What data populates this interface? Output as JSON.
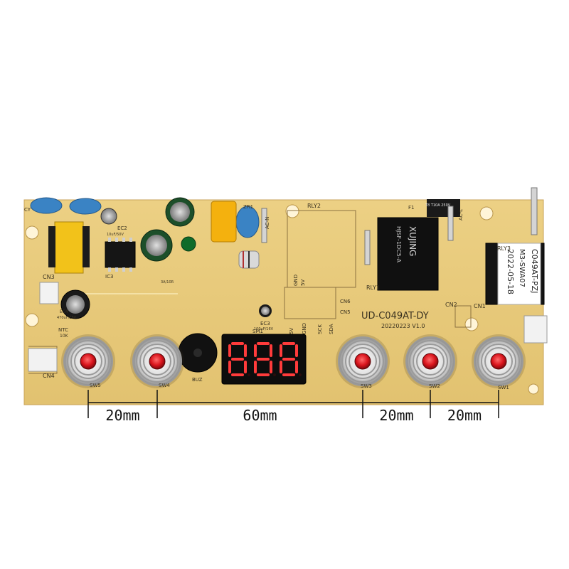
{
  "colors": {
    "board": "#e8c87a",
    "board_edge": "#c9a358",
    "silkscreen": "#3a3220",
    "led_red": "#d9141c",
    "display_digits": "#ff3b3b",
    "capacitor_blue": "#3a83c4",
    "dimension_line": "#111111"
  },
  "board": {
    "model": "UD-C049AT-DY",
    "date_code": "20220223 V1.0",
    "connectors": [
      "CN1",
      "CN2",
      "CN3",
      "CN4",
      "CN5",
      "CN6"
    ],
    "relays": [
      "RLY1",
      "RLY2",
      "RLY3"
    ],
    "parts": [
      "EC2",
      "EC3",
      "EC4",
      "IC3",
      "ZR1",
      "BUZ",
      "SM1",
      "NTC",
      "F1",
      "CY"
    ],
    "part_values": [
      "10uF/50V",
      "100uF/16V",
      "470uF/25V",
      "3A/10R",
      "10K"
    ],
    "header_pins": [
      "GND",
      "5V",
      "GND",
      "SCK",
      "SDA"
    ],
    "ac_labels": [
      "AC-N",
      "AC-L"
    ],
    "relay_brand": "XUJING",
    "relay_model": "HJSF-1DC5-A",
    "fuse_rating": "T8 T10A 250V",
    "sticker": [
      "C049AT-PZJ",
      "M3-SWA07",
      "2022-05-18"
    ],
    "switches": [
      "SW5",
      "SW4",
      "SW3",
      "SW2",
      "SW1"
    ],
    "display": {
      "type": "7-segment",
      "digits": "888"
    }
  },
  "dimensions": [
    {
      "from": "SW5",
      "to": "SW4",
      "label": "20mm"
    },
    {
      "from": "SW4",
      "to": "SW3",
      "label": "60mm"
    },
    {
      "from": "SW3",
      "to": "SW2",
      "label": "20mm"
    },
    {
      "from": "SW2",
      "to": "SW1",
      "label": "20mm"
    }
  ]
}
